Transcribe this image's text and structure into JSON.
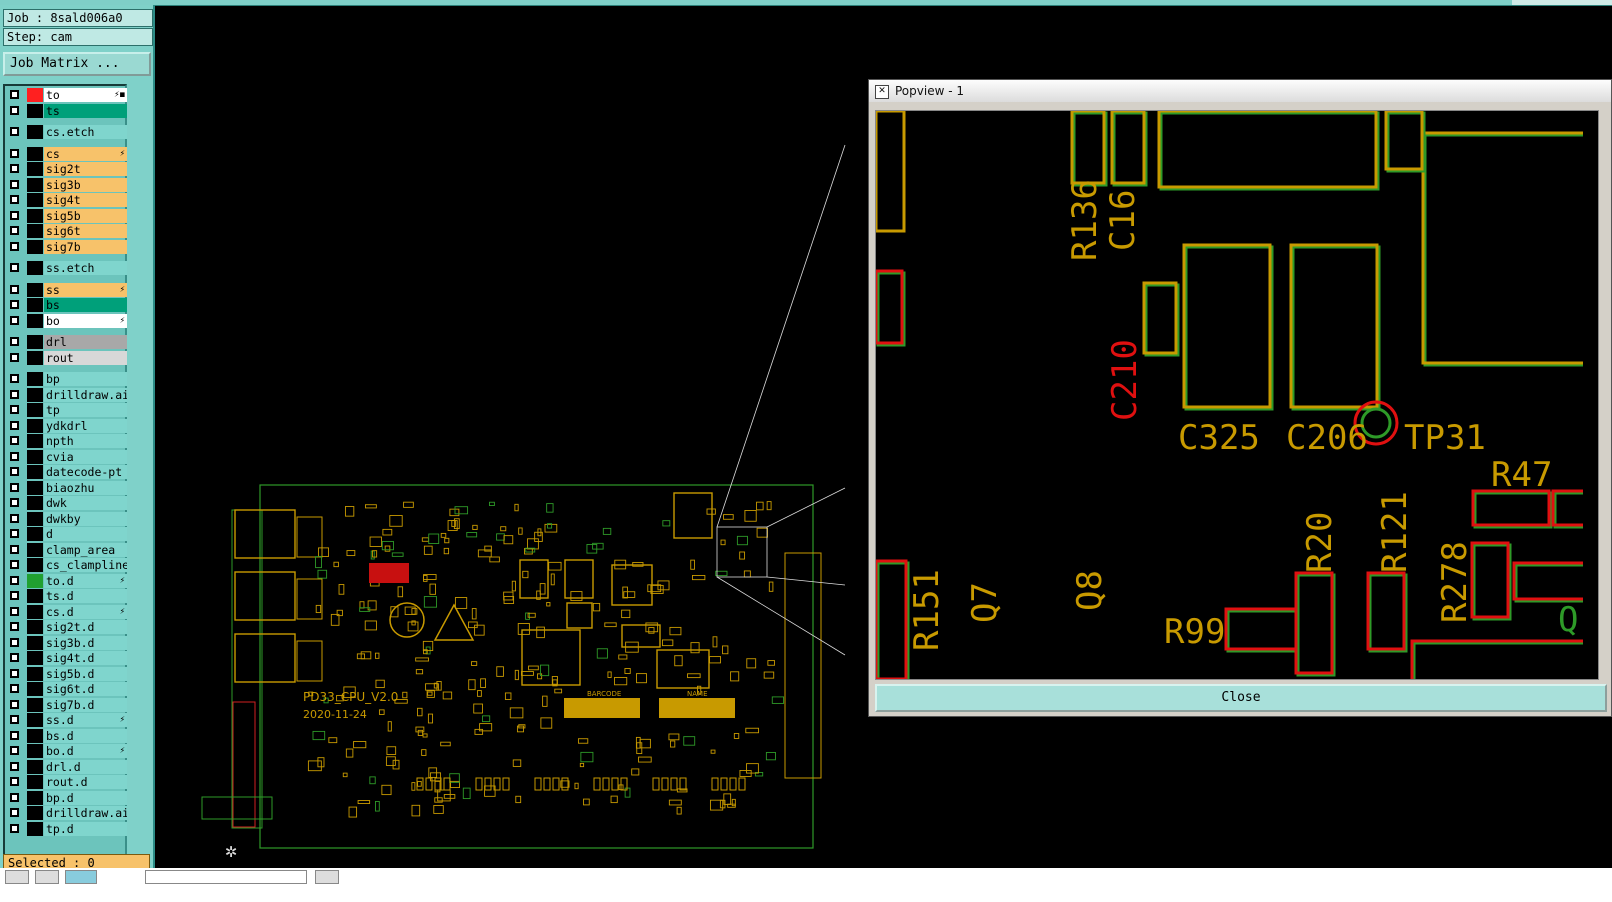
{
  "job": {
    "job_label": "Job : 8sald006a0",
    "step_label": "Step: cam"
  },
  "job_matrix_button": "Job Matrix ...",
  "layers": [
    {
      "name": "to",
      "color": "#ffffff",
      "icon": "⚡◼"
    },
    {
      "name": "ts",
      "color": "#00a07a",
      "icon": ""
    },
    {
      "name": "cs.etch",
      "color": "#7fd5cd",
      "icon": ""
    },
    {
      "name": "cs",
      "color": "#f7c26a",
      "icon": "⚡"
    },
    {
      "name": "sig2t",
      "color": "#f7c26a",
      "icon": ""
    },
    {
      "name": "sig3b",
      "color": "#f7c26a",
      "icon": ""
    },
    {
      "name": "sig4t",
      "color": "#f7c26a",
      "icon": ""
    },
    {
      "name": "sig5b",
      "color": "#f7c26a",
      "icon": ""
    },
    {
      "name": "sig6t",
      "color": "#f7c26a",
      "icon": ""
    },
    {
      "name": "sig7b",
      "color": "#f7c26a",
      "icon": ""
    },
    {
      "name": "ss.etch",
      "color": "#7fd5cd",
      "icon": ""
    },
    {
      "name": "ss",
      "color": "#f7c26a",
      "icon": "⚡"
    },
    {
      "name": "bs",
      "color": "#00a07a",
      "icon": ""
    },
    {
      "name": "bo",
      "color": "#ffffff",
      "icon": "⚡"
    },
    {
      "name": "drl",
      "color": "#a8a8a8",
      "icon": ""
    },
    {
      "name": "rout",
      "color": "#d8d8d8",
      "icon": ""
    },
    {
      "name": "bp",
      "color": "#7fd5cd",
      "icon": ""
    },
    {
      "name": "drilldraw.ai",
      "color": "#7fd5cd",
      "icon": ""
    },
    {
      "name": "tp",
      "color": "#7fd5cd",
      "icon": ""
    },
    {
      "name": "ydkdrl",
      "color": "#7fd5cd",
      "icon": ""
    },
    {
      "name": "npth",
      "color": "#7fd5cd",
      "icon": ""
    },
    {
      "name": "cvia",
      "color": "#7fd5cd",
      "icon": ""
    },
    {
      "name": "datecode-pt",
      "color": "#7fd5cd",
      "icon": ""
    },
    {
      "name": "biaozhu",
      "color": "#7fd5cd",
      "icon": ""
    },
    {
      "name": "dwk",
      "color": "#7fd5cd",
      "icon": ""
    },
    {
      "name": "dwkby",
      "color": "#7fd5cd",
      "icon": ""
    },
    {
      "name": "d",
      "color": "#7fd5cd",
      "icon": ""
    },
    {
      "name": "clamp_area",
      "color": "#7fd5cd",
      "icon": ""
    },
    {
      "name": "cs_clampline",
      "color": "#7fd5cd",
      "icon": ""
    },
    {
      "name": "to.d",
      "color": "#7fd5cd",
      "icon": "⚡"
    },
    {
      "name": "ts.d",
      "color": "#7fd5cd",
      "icon": ""
    },
    {
      "name": "cs.d",
      "color": "#7fd5cd",
      "icon": "⚡"
    },
    {
      "name": "sig2t.d",
      "color": "#7fd5cd",
      "icon": ""
    },
    {
      "name": "sig3b.d",
      "color": "#7fd5cd",
      "icon": ""
    },
    {
      "name": "sig4t.d",
      "color": "#7fd5cd",
      "icon": ""
    },
    {
      "name": "sig5b.d",
      "color": "#7fd5cd",
      "icon": ""
    },
    {
      "name": "sig6t.d",
      "color": "#7fd5cd",
      "icon": ""
    },
    {
      "name": "sig7b.d",
      "color": "#7fd5cd",
      "icon": ""
    },
    {
      "name": "ss.d",
      "color": "#7fd5cd",
      "icon": "⚡"
    },
    {
      "name": "bs.d",
      "color": "#7fd5cd",
      "icon": ""
    },
    {
      "name": "bo.d",
      "color": "#7fd5cd",
      "icon": "⚡"
    },
    {
      "name": "drl.d",
      "color": "#7fd5cd",
      "icon": ""
    },
    {
      "name": "rout.d",
      "color": "#7fd5cd",
      "icon": ""
    },
    {
      "name": "bp.d",
      "color": "#7fd5cd",
      "icon": ""
    },
    {
      "name": "drilldraw.ai",
      "color": "#7fd5cd",
      "icon": ""
    },
    {
      "name": "tp.d",
      "color": "#7fd5cd",
      "icon": ""
    }
  ],
  "selected_label": "Selected : 0",
  "board": {
    "name_text": "PD33_CPU_V2.0",
    "date_text": "2020-11-24",
    "barcode_label": "BARCODE",
    "name_label": "NAME"
  },
  "popview": {
    "title": "Popview - 1",
    "close_label": "Close",
    "refdes": [
      "R136",
      "C16",
      "C325",
      "C206",
      "TP31",
      "R47",
      "R20",
      "R121",
      "R278",
      "Q7",
      "Q8",
      "R99",
      "R151",
      "C210",
      "Q"
    ]
  },
  "colors": {
    "panel": "#7fd1c9",
    "copper": "#c89a00",
    "green": "#3aa028",
    "red": "#e01010",
    "highlight": "#f7c26a"
  }
}
